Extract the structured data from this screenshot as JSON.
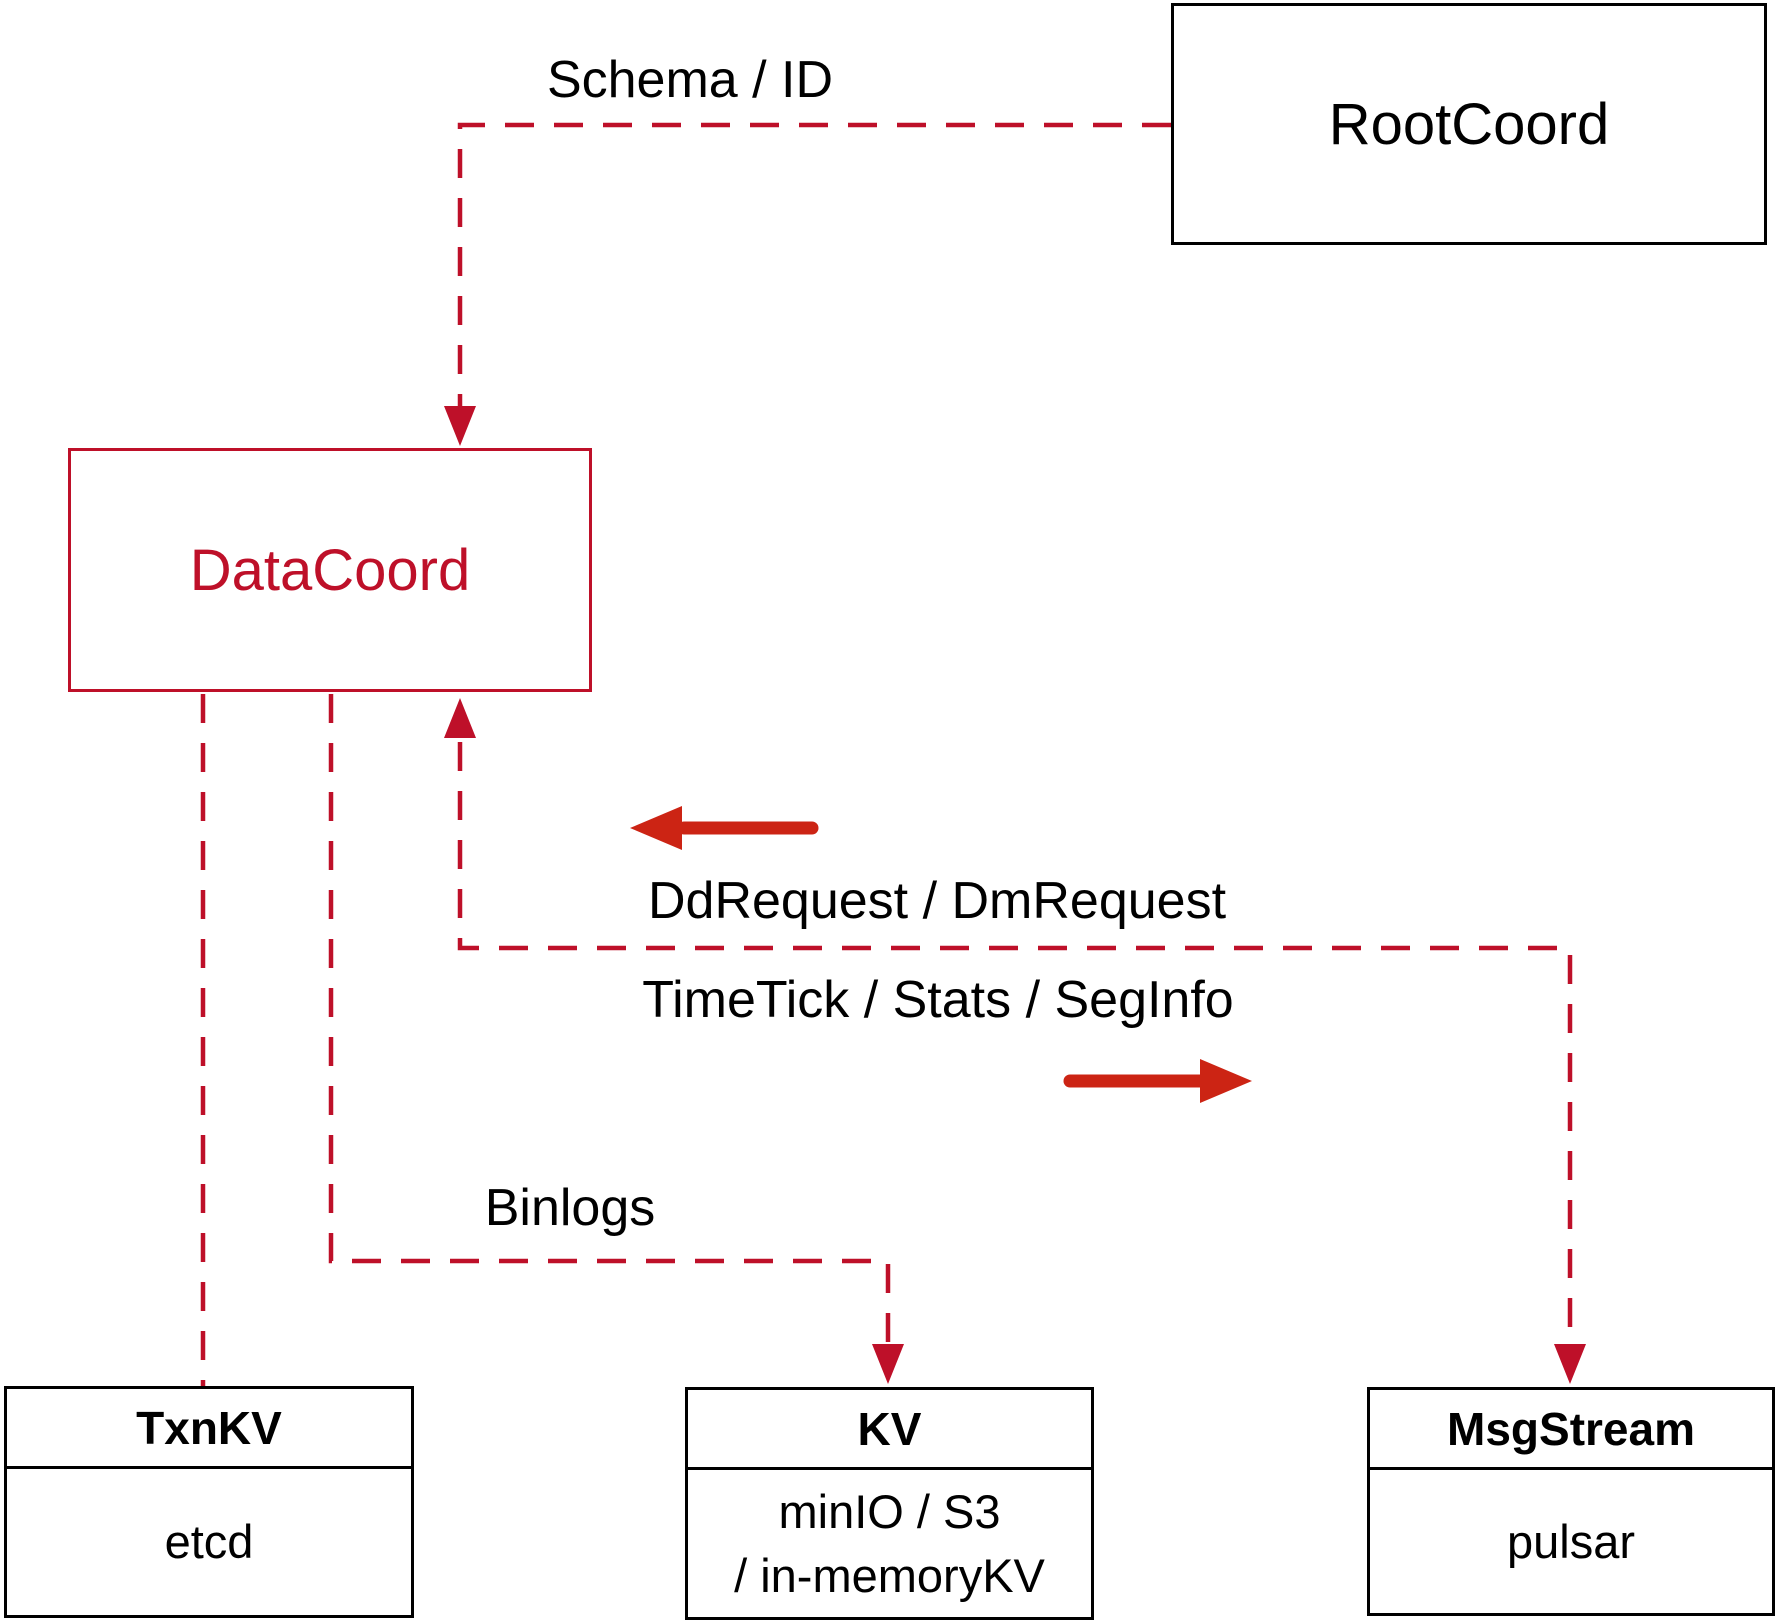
{
  "nodes": {
    "rootcoord": {
      "label": "RootCoord"
    },
    "datacoord": {
      "label": "DataCoord"
    },
    "txnkv": {
      "title": "TxnKV",
      "body": "etcd"
    },
    "kv": {
      "title": "KV",
      "lines": [
        "minIO / S3",
        "/ in-memoryKV"
      ]
    },
    "msgstream": {
      "title": "MsgStream",
      "body": "pulsar"
    }
  },
  "edges": {
    "schema_id_label": "Schema / ID",
    "ddrequest_label": "DdRequest / DmRequest",
    "timetick_label": "TimeTick / Stats / SegInfo",
    "binlogs_label": "Binlogs"
  },
  "colors": {
    "crimson_dashed_lines": "#BE1029",
    "solid_arrow_red": "#CC2414",
    "box_border_black": "#000000",
    "background": "#FFFFFF"
  }
}
